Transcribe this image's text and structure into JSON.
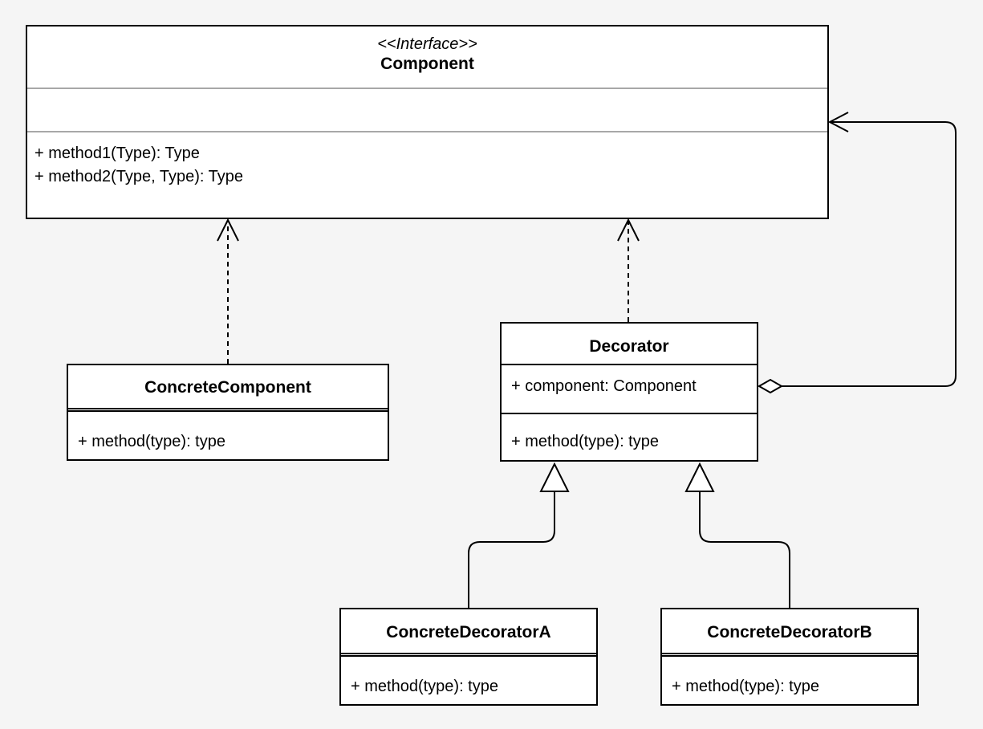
{
  "classes": {
    "component": {
      "stereotype": "<<Interface>>",
      "name": "Component",
      "methods": [
        "+ method1(Type): Type",
        "+ method2(Type, Type): Type"
      ]
    },
    "concrete_component": {
      "name": "ConcreteComponent",
      "methods": [
        "+ method(type): type"
      ]
    },
    "decorator": {
      "name": "Decorator",
      "attributes": [
        "+ component: Component"
      ],
      "methods": [
        "+ method(type): type"
      ]
    },
    "concrete_decorator_a": {
      "name": "ConcreteDecoratorA",
      "methods": [
        "+ method(type): type"
      ]
    },
    "concrete_decorator_b": {
      "name": "ConcreteDecoratorB",
      "methods": [
        "+ method(type): type"
      ]
    }
  },
  "relations": [
    {
      "type": "realization",
      "from": "ConcreteComponent",
      "to": "Component"
    },
    {
      "type": "realization",
      "from": "Decorator",
      "to": "Component"
    },
    {
      "type": "aggregation",
      "from": "Decorator",
      "to": "Component"
    },
    {
      "type": "generalization",
      "from": "ConcreteDecoratorA",
      "to": "Decorator"
    },
    {
      "type": "generalization",
      "from": "ConcreteDecoratorB",
      "to": "Decorator"
    }
  ],
  "colors": {
    "background": "#f5f5f5",
    "box_fill": "#ffffff",
    "stroke": "#000000",
    "interface_divider": "#a8a8a8"
  }
}
